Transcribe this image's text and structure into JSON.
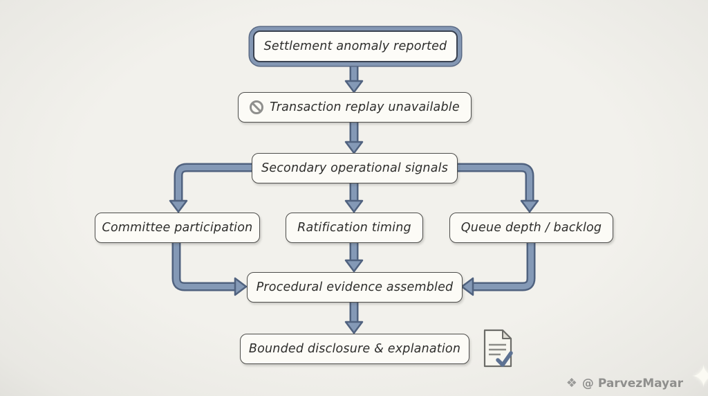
{
  "diagram": {
    "type": "flowchart",
    "nodes": {
      "settlement": {
        "label": "Settlement anomaly reported",
        "shape": "double-border-rounded",
        "role": "start"
      },
      "replay": {
        "label": "Transaction replay unavailable",
        "icon": "prohibited-circle-slash"
      },
      "signals": {
        "label": "Secondary operational signals"
      },
      "committee": {
        "label": "Committee participation"
      },
      "ratification": {
        "label": "Ratification timing"
      },
      "queue": {
        "label": "Queue depth / backlog"
      },
      "evidence": {
        "label": "Procedural evidence assembled"
      },
      "disclosure": {
        "label": "Bounded disclosure & explanation",
        "icon": "document-with-checkmark"
      }
    },
    "edges": [
      {
        "from": "settlement",
        "to": "replay"
      },
      {
        "from": "replay",
        "to": "signals"
      },
      {
        "from": "signals",
        "to": "committee"
      },
      {
        "from": "signals",
        "to": "ratification"
      },
      {
        "from": "signals",
        "to": "queue"
      },
      {
        "from": "committee",
        "to": "evidence"
      },
      {
        "from": "ratification",
        "to": "evidence"
      },
      {
        "from": "queue",
        "to": "evidence"
      },
      {
        "from": "evidence",
        "to": "disclosure"
      }
    ]
  },
  "watermark": {
    "diamond_glyph": "❖",
    "handle": "@ ParvezMayar"
  },
  "colors": {
    "background": "#f1f0eb",
    "box_fill": "#fcfbf6",
    "box_border": "#4d4d4b",
    "start_box_accent": "#8497b3",
    "arrow_fill": "#8499b6",
    "arrow_outline": "#50627f",
    "text": "#2d2d2b",
    "watermark": "#8f8f8d",
    "prohibited_icon": "#8f8f8d",
    "checkmark": "#5d7293"
  }
}
